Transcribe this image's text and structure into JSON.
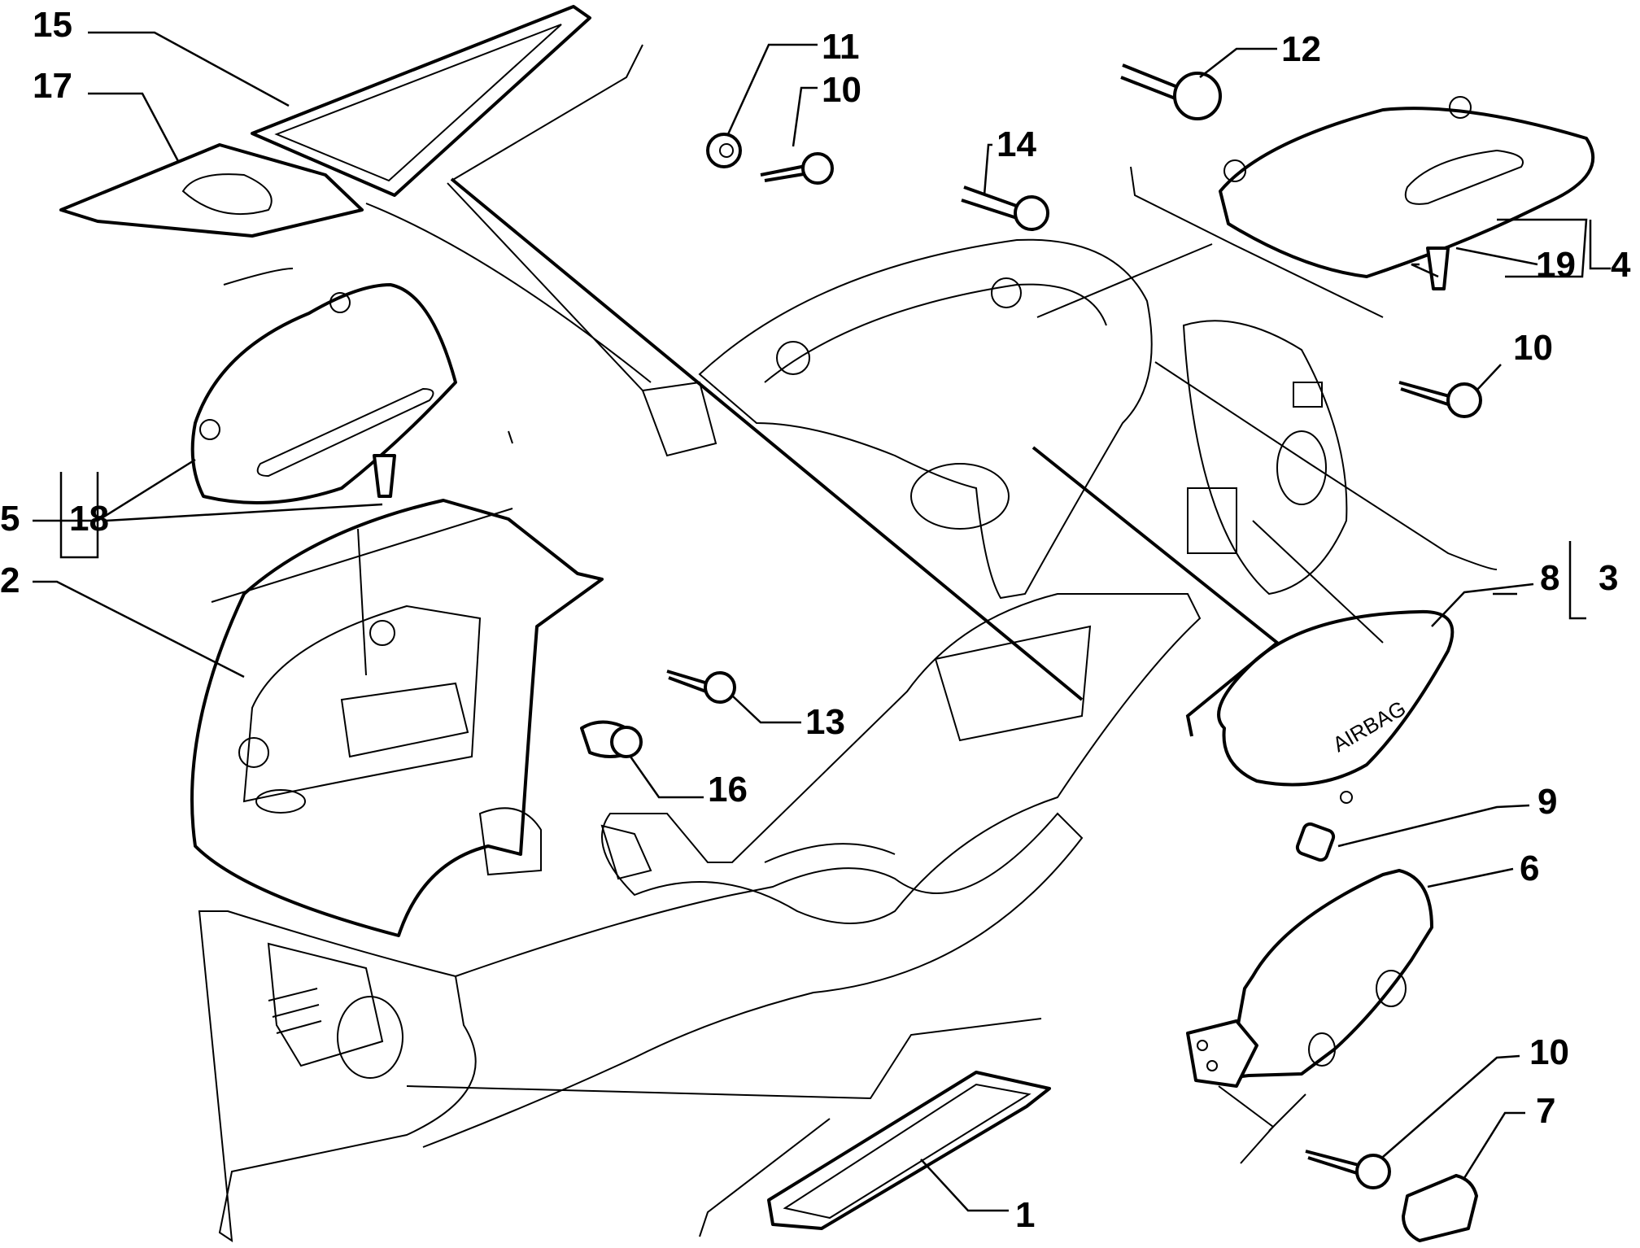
{
  "diagram": {
    "callouts": {
      "c1": "1",
      "c2": "2",
      "c3": "3",
      "c4": "4",
      "c5": "5",
      "c6": "6",
      "c7": "7",
      "c8": "8",
      "c9": "9",
      "c10a": "10",
      "c10b": "10",
      "c10c": "10",
      "c11": "11",
      "c12": "12",
      "c13": "13",
      "c14": "14",
      "c15": "15",
      "c16": "16",
      "c17": "17",
      "c18": "18",
      "c19": "19"
    },
    "embossed_text": {
      "airbag_cover": "AIRBAG"
    }
  }
}
